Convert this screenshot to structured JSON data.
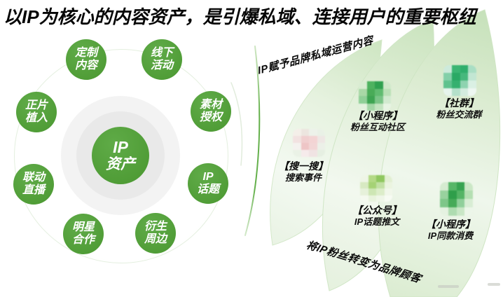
{
  "title": "以IP为核心的内容资产，是引爆私域、连接用户的重要枢纽",
  "colors": {
    "brand_green": "#54a13a",
    "petal_green_light": "#e7f3e0",
    "petal_green_edge": "#cde5c1",
    "arc_green": "#68b24e",
    "gray_ring": "#e9e9e9",
    "text_black": "#0a0a0a"
  },
  "hub": {
    "center": {
      "line1": "IP",
      "line2": "资产"
    },
    "satellites": [
      {
        "l1": "定制",
        "l2": "内容"
      },
      {
        "l1": "线下",
        "l2": "活动"
      },
      {
        "l1": "正片",
        "l2": "植入"
      },
      {
        "l1": "素材",
        "l2": "授权"
      },
      {
        "l1": "联动",
        "l2": "直播"
      },
      {
        "l1": "IP",
        "l2": "话题"
      },
      {
        "l1": "明星",
        "l2": "合作"
      },
      {
        "l1": "衍生",
        "l2": "周边"
      }
    ]
  },
  "fan": {
    "top_caption": "IP赋予品牌私域运营内容",
    "bottom_caption": "将IP粉丝转变为品牌顾客",
    "items": [
      {
        "icon": "wechat-search-icon",
        "name": "【搜一搜】",
        "desc": "搜索事件"
      },
      {
        "icon": "miniprogram-icon",
        "name": "【小程序】",
        "desc": "粉丝互动社区"
      },
      {
        "icon": "community-icon",
        "name": "【社群】",
        "desc": "粉丝交流群"
      },
      {
        "icon": "official-account-icon",
        "name": "【公众号】",
        "desc": "IP话题推文"
      },
      {
        "icon": "miniprogram-consume-icon",
        "name": "【小程序】",
        "desc": "IP同款消费"
      }
    ]
  },
  "icons": {
    "wechat-search-icon": {
      "tiles": [
        "#f4efe9",
        "#ece5df",
        "#edf2ea",
        "#e9f1e6",
        "#f2e2e1",
        "#f0cfcf",
        "#f3d4d4",
        "#eee7e4",
        "#f4f2ef",
        "#eec5c6",
        "#f2d6d6",
        "#ecf0e8",
        "#eaf2e6",
        "#f6ebeb",
        "#f0e3e3",
        "#e6efe2"
      ]
    },
    "miniprogram-icon": {
      "tiles": [
        "#d8ecd2",
        "#4db25f",
        "#2fa04f",
        "#cfe8c9",
        "#a8d8a6",
        "#49ab58",
        "#60bb70",
        "#b9e0b6",
        "#8fcf97",
        "#3da452",
        "#7ac487",
        "#d2ead0",
        "#e3f1de",
        "#a3d6a6",
        "#c4e4c1",
        "#e8f4e4"
      ]
    },
    "community-icon": {
      "tiles": [
        "#cdeadb",
        "#3bb573",
        "#2fae6c",
        "#a9dec4",
        "#83cfa8",
        "#2aa965",
        "#47b87d",
        "#c2e6d3",
        "#5fc28d",
        "#35b06f",
        "#8ed3b0",
        "#daf0e4",
        "#e6f4ec",
        "#b4e0ca",
        "#d4ecdf",
        "#eef7f2"
      ]
    },
    "official-account-icon": {
      "tiles": [
        "#eef5e6",
        "#b3d985",
        "#8fc75f",
        "#e2efd2",
        "#d7e9c2",
        "#a5d275",
        "#c2e0a4",
        "#ebf4df",
        "#e6f1da",
        "#cde6b4",
        "#dcedc9",
        "#f1f7ea",
        "#f4f9ef",
        "#e8f3dd",
        "#eff6e8",
        "#f7fbf3"
      ]
    },
    "miniprogram-consume-icon": {
      "tiles": [
        "#d5ebd0",
        "#57b668",
        "#37a351",
        "#cbe7c6",
        "#98d29e",
        "#2f9e4a",
        "#54b465",
        "#b4dfb2",
        "#7ec689",
        "#46aa58",
        "#90cf9a",
        "#d8edd4",
        "#e5f2e1",
        "#aedcb0",
        "#c9e7c6",
        "#ecf6e9"
      ]
    }
  }
}
